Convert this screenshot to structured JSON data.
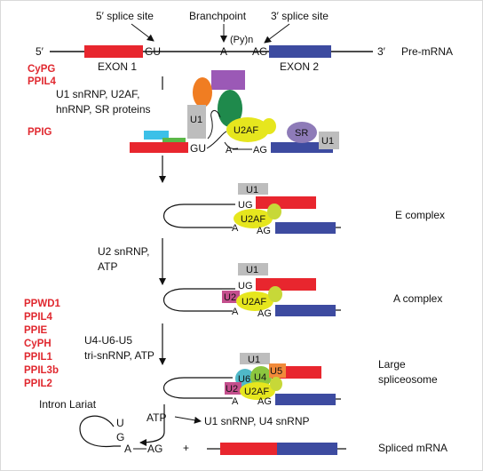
{
  "colors": {
    "exon1": "#e8262e",
    "exon2": "#3d4ba0",
    "u1": "#bdbdbd",
    "u2af": "#e6e61e",
    "u2af_small": "#c7d838",
    "sr": "#8e7bb8",
    "orange": "#f07d22",
    "purple": "#9b59b6",
    "green_dark": "#1f8a4c",
    "cyan": "#3cc0e8",
    "green_light": "#5bb848",
    "u2": "#c44f8d",
    "u6": "#4fb8c8",
    "u4": "#8cc63f",
    "u5": "#f18a3a",
    "factor_text": "#e0282f"
  },
  "premrna": {
    "splice5_label": "5′ splice site",
    "branchpoint_label": "Branchpoint",
    "splice3_label": "3′ splice site",
    "five_prime": "5′",
    "three_prime": "3′",
    "gu": "GU",
    "a": "A",
    "py": "(Py)n",
    "ag": "AG",
    "exon1": "EXON 1",
    "exon2": "EXON 2",
    "name": "Pre-mRNA"
  },
  "factors": {
    "group1": [
      "CyPG",
      "PPIL4"
    ],
    "group2": [
      "PPIG"
    ],
    "group3": [
      "PPWD1",
      "PPIL4",
      "PPIE",
      "CyPH",
      "PPIL1",
      "PPIL3b",
      "PPIL2"
    ]
  },
  "steps": {
    "step1": [
      "U1 snRNP, U2AF,",
      "hnRNP, SR proteins"
    ],
    "step2": [
      "U2 snRNP,",
      "ATP"
    ],
    "step3": [
      "U4-U6-U5",
      "tri-snRNP, ATP"
    ],
    "step4_atp": "ATP",
    "step4_release": "U1 snRNP, U4 snRNP"
  },
  "complex1": {
    "u1": "U1",
    "gu": "GU",
    "u2af": "U2AF",
    "a": "A",
    "ag": "AG",
    "sr": "SR",
    "u1b": "U1"
  },
  "complexE": {
    "u1": "U1",
    "ug": "UG",
    "u2af": "U2AF",
    "a": "A",
    "ag": "AG",
    "name": "E complex"
  },
  "complexA": {
    "u1": "U1",
    "ug": "UG",
    "u2": "U2",
    "u2af": "U2AF",
    "a": "A",
    "ag": "AG",
    "name": "A complex"
  },
  "complexL": {
    "u1": "U1",
    "u6": "U6",
    "u4": "U4",
    "u5": "U5",
    "u2": "U2",
    "u2af": "U2AF",
    "a": "A",
    "ag": "AG",
    "name1": "Large",
    "name2": "spliceosome"
  },
  "lariat": {
    "title": "Intron Lariat",
    "u": "U",
    "g": "G",
    "a": "A",
    "ag": "AG",
    "plus": "+",
    "product": "Spliced mRNA"
  }
}
